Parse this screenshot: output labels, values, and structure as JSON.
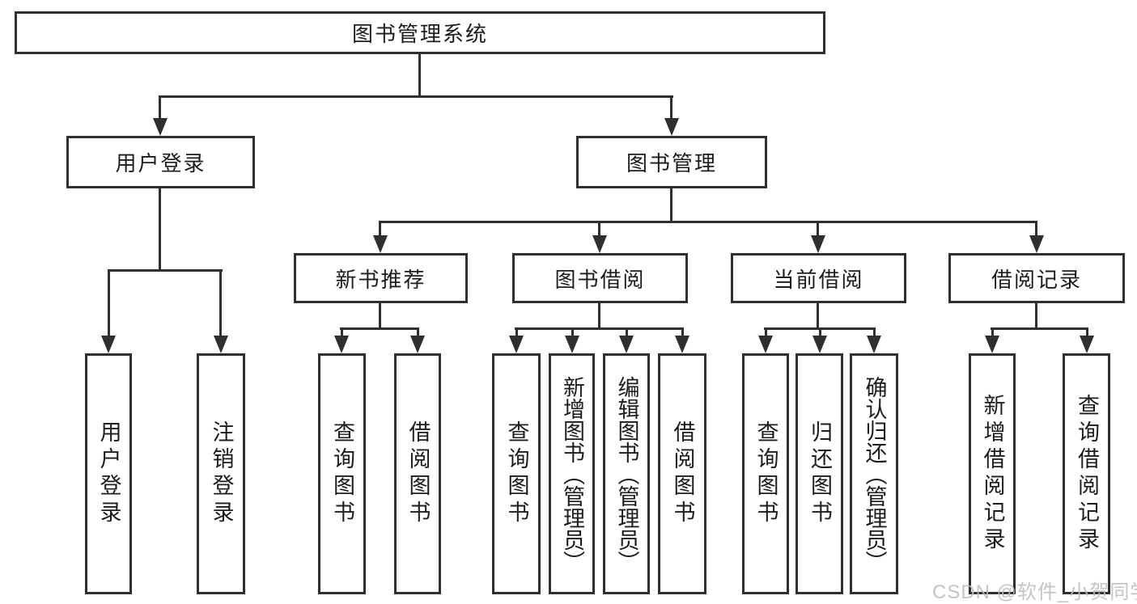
{
  "diagram": {
    "nodes": {
      "root": "图书管理系统",
      "user_login": "用户登录",
      "book_mgmt": "图书管理",
      "new_books": "新书推荐",
      "book_borrow": "图书借阅",
      "current_borrow": "当前借阅",
      "borrow_records": "借阅记录",
      "leaf_user_login": "用户登录",
      "leaf_logout": "注销登录",
      "leaf_nb_query": "查询图书",
      "leaf_nb_borrow": "借阅图书",
      "leaf_bb_query": "查询图书",
      "leaf_bb_add": "新增图书（管理员）",
      "leaf_bb_edit": "编辑图书（管理员）",
      "leaf_bb_borrow": "借阅图书",
      "leaf_cb_query": "查询图书",
      "leaf_cb_return": "归还图书",
      "leaf_cb_confirm": "确认归还（管理员）",
      "leaf_br_add": "新增借阅记录",
      "leaf_br_query": "查询借阅记录"
    },
    "hierarchy_note": {
      "root_children": [
        "用户登录",
        "图书管理"
      ],
      "用户登录_children": [
        "用户登录",
        "注销登录"
      ],
      "图书管理_children": [
        "新书推荐",
        "图书借阅",
        "当前借阅",
        "借阅记录"
      ],
      "新书推荐_children": [
        "查询图书",
        "借阅图书"
      ],
      "图书借阅_children": [
        "查询图书",
        "新增图书（管理员）",
        "编辑图书（管理员）",
        "借阅图书"
      ],
      "当前借阅_children": [
        "查询图书",
        "归还图书",
        "确认归还（管理员）"
      ],
      "借阅记录_children": [
        "新增借阅记录",
        "查询借阅记录"
      ]
    },
    "colors": {
      "line": "#2e2f31",
      "text": "#1c1c1e",
      "background": "#ffffff",
      "watermark": "#bcbcc0"
    },
    "watermark": "CSDN @软件_小贺同学"
  }
}
